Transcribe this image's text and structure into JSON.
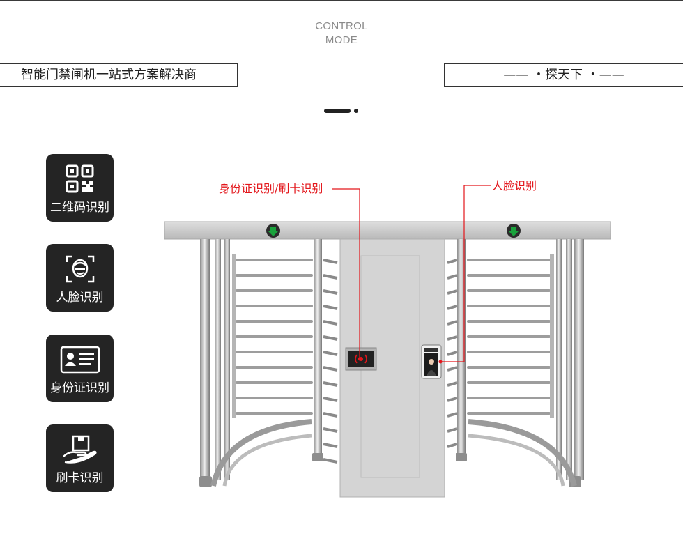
{
  "header": {
    "mode_line1": "CONTROL",
    "mode_line2": "MODE",
    "left_banner": "智能门禁闸机一站式方案解决商",
    "right_banner": "—— ・探天下 ・——"
  },
  "features": [
    {
      "label": "二维码识别",
      "icon": "qr-code-icon"
    },
    {
      "label": "人脸识别",
      "icon": "face-scan-icon"
    },
    {
      "label": "身份证识别",
      "icon": "id-card-icon"
    },
    {
      "label": "刷卡识别",
      "icon": "card-tap-icon"
    }
  ],
  "callouts": {
    "id_card": "身份证识别/刷卡识别",
    "face": "人脸识别"
  },
  "colors": {
    "callout": "#e3161b",
    "card_bg": "#242424",
    "arrow_green": "#1aa23c"
  }
}
